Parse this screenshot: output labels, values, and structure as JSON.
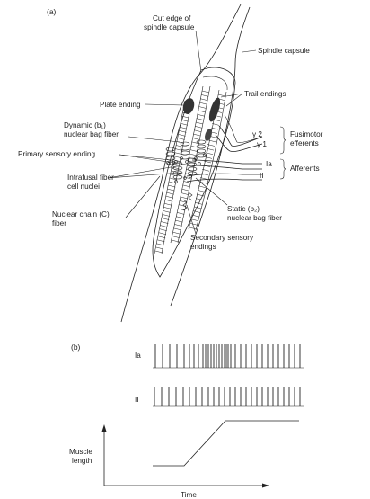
{
  "panel_a": {
    "tag": "(a)",
    "labels": {
      "cut_edge": [
        "Cut edge of",
        "spindle capsule"
      ],
      "spindle_capsule": "Spindle capsule",
      "plate_ending": "Plate ending",
      "trail_endings": "Trail endings",
      "dynamic_bag": [
        "Dynamic (b₁)",
        "nuclear bag fiber"
      ],
      "primary_sensory": "Primary sensory ending",
      "gamma2": "γ 2",
      "gamma1": "γ 1",
      "fusimotor": [
        "Fusimotor",
        "efferents"
      ],
      "intrafusal": [
        "Intrafusal fiber",
        "cell nuclei"
      ],
      "ia": "Ia",
      "ii": "II",
      "afferents": "Afferents",
      "nuclear_chain": [
        "Nuclear chain (C)",
        "fiber"
      ],
      "static_bag": [
        "Static (b₂)",
        "nuclear bag fiber"
      ],
      "secondary": [
        "Secondary sensory",
        "endings"
      ]
    }
  },
  "panel_b": {
    "tag": "(b)",
    "trace_ia_label": "Ia",
    "trace_ii_label": "II",
    "ylabel": [
      "Muscle",
      "length"
    ],
    "xlabel": "Time"
  }
}
